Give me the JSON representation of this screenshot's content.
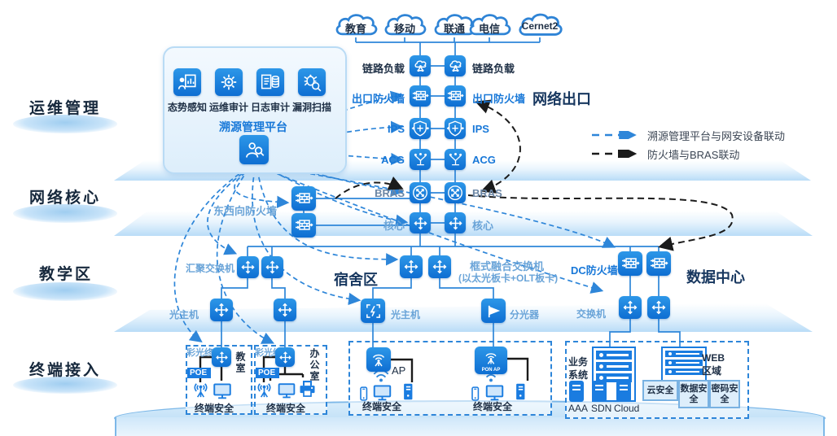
{
  "colors": {
    "icon_blue": "#1a7ce0",
    "line_blue": "#2e86d9",
    "dash_black": "#1b1b1b",
    "accent_blue": "#1878d8",
    "label_light_blue": "#6aa4d8",
    "label_gray": "#6b86a5",
    "band_blue": "#b9dcf7",
    "dark_text": "#1e2f45",
    "navy_text": "#17375f"
  },
  "layers": {
    "ops": "运维管理",
    "core": "网络核心",
    "teaching": "教学区",
    "access": "终端接入"
  },
  "isp_clouds": [
    "教育",
    "移动",
    "联通",
    "电信",
    "Cernet2"
  ],
  "ops_panel": {
    "tools": [
      {
        "icon": "situation-awareness-icon",
        "label": "态势感知"
      },
      {
        "icon": "ops-audit-icon",
        "label": "运维审计"
      },
      {
        "icon": "log-audit-icon",
        "label": "日志审计"
      },
      {
        "icon": "vuln-scan-icon",
        "label": "漏洞扫描"
      }
    ],
    "platform_label": "溯源管理平台"
  },
  "egress": {
    "title": "网络出口",
    "rows": [
      {
        "id": "link-load-balancer",
        "label": "链路负载"
      },
      {
        "id": "egress-firewall",
        "label": "出口防火墙"
      },
      {
        "id": "ips",
        "label": "IPS"
      },
      {
        "id": "acg",
        "label": "ACG"
      },
      {
        "id": "bras",
        "label": "BRAS"
      },
      {
        "id": "core-switch",
        "label": "核心"
      }
    ]
  },
  "legend": [
    {
      "type": "blue-dashed",
      "label": "溯源管理平台与网安设备联动"
    },
    {
      "type": "black-dashed",
      "label": "防火墙与BRAS联动"
    }
  ],
  "core_zone": {
    "ew_firewall": "东西向防火墙"
  },
  "teaching": {
    "agg_switch": "汇聚交换机",
    "dorm_title": "宿舍区",
    "chassis_switch_line1": "框式融合交换机",
    "chassis_switch_line2": "(以太光板卡+OLT板卡)",
    "dc_firewall": "DC防火墙",
    "dc_title": "数据中心"
  },
  "access_row": {
    "optical_host_left": "光主机",
    "optical_host_mid": "光主机",
    "splitter": "分光器",
    "dc_switch": "交换机"
  },
  "terminals": {
    "classroom": {
      "terminal": "彩光终端",
      "poe": "POE",
      "room": "教室",
      "security": "终端安全"
    },
    "office": {
      "terminal": "彩光终端",
      "poe": "POE",
      "room": "办公室",
      "security": "终端安全"
    },
    "dorm": {
      "ap": "AP",
      "pon_ap": "PON AP",
      "security_left": "终端安全",
      "security_right": "终端安全"
    },
    "datacenter": {
      "biz": "业务系统",
      "web": "WEB区域",
      "servers": [
        "AAA",
        "SDN",
        "Cloud"
      ],
      "security": [
        "云安全",
        "数据安全",
        "密码安全"
      ]
    }
  }
}
